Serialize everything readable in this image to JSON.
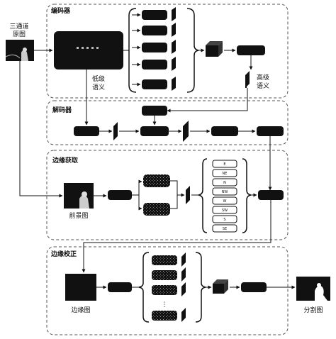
{
  "sections": {
    "encoder": "编码器",
    "decoder": "解码器",
    "edge_extract": "边缘获取",
    "edge_correct": "边缘校正"
  },
  "labels": {
    "input_line1": "三通道",
    "input_line2": "原图",
    "low_level_1": "低级",
    "low_level_2": "语义",
    "high_level_1": "高级",
    "high_level_2": "语义",
    "foreground": "前景图",
    "edge_map": "边缘图",
    "segmentation": "分割图",
    "ellipsis": "⋮"
  },
  "directions": [
    "E",
    "NE",
    "N",
    "NW",
    "W",
    "SW",
    "S",
    "SE"
  ]
}
